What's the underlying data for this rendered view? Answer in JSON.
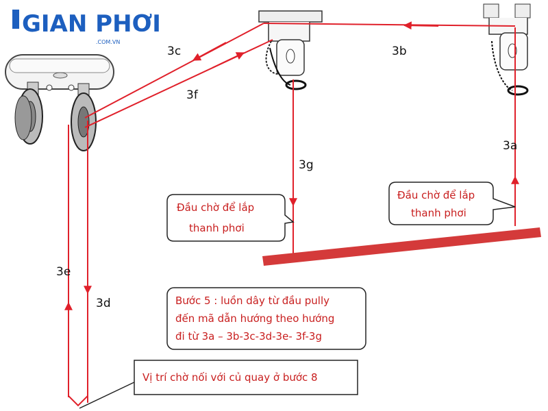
{
  "logo": {
    "brand": "GIAN PHƠI",
    "domain": ".COM.VN"
  },
  "colors": {
    "rope": "#e0202a",
    "bar": "#d43a3a",
    "callout_text": "#c81e1e",
    "logo_blue": "#1d5fbf"
  },
  "segments": {
    "s3a": "3a",
    "s3b": "3b",
    "s3c": "3c",
    "s3d": "3d",
    "s3e": "3e",
    "s3f": "3f",
    "s3g": "3g"
  },
  "callouts": {
    "left": {
      "line1": "Đầu chờ để lắp",
      "line2": "thanh phơi"
    },
    "right": {
      "line1": "Đầu chờ để lắp",
      "line2": "thanh phơi"
    },
    "instruction": {
      "line1": "Bước 5 : luồn dây từ đầu pully",
      "line2": "đến mã dẫn hướng  theo  hướng",
      "line3": "đi từ 3a – 3b-3c-3d-3e-  3f-3g"
    },
    "connection": "Vị trí chờ nối với củ quay ở bước 8"
  }
}
